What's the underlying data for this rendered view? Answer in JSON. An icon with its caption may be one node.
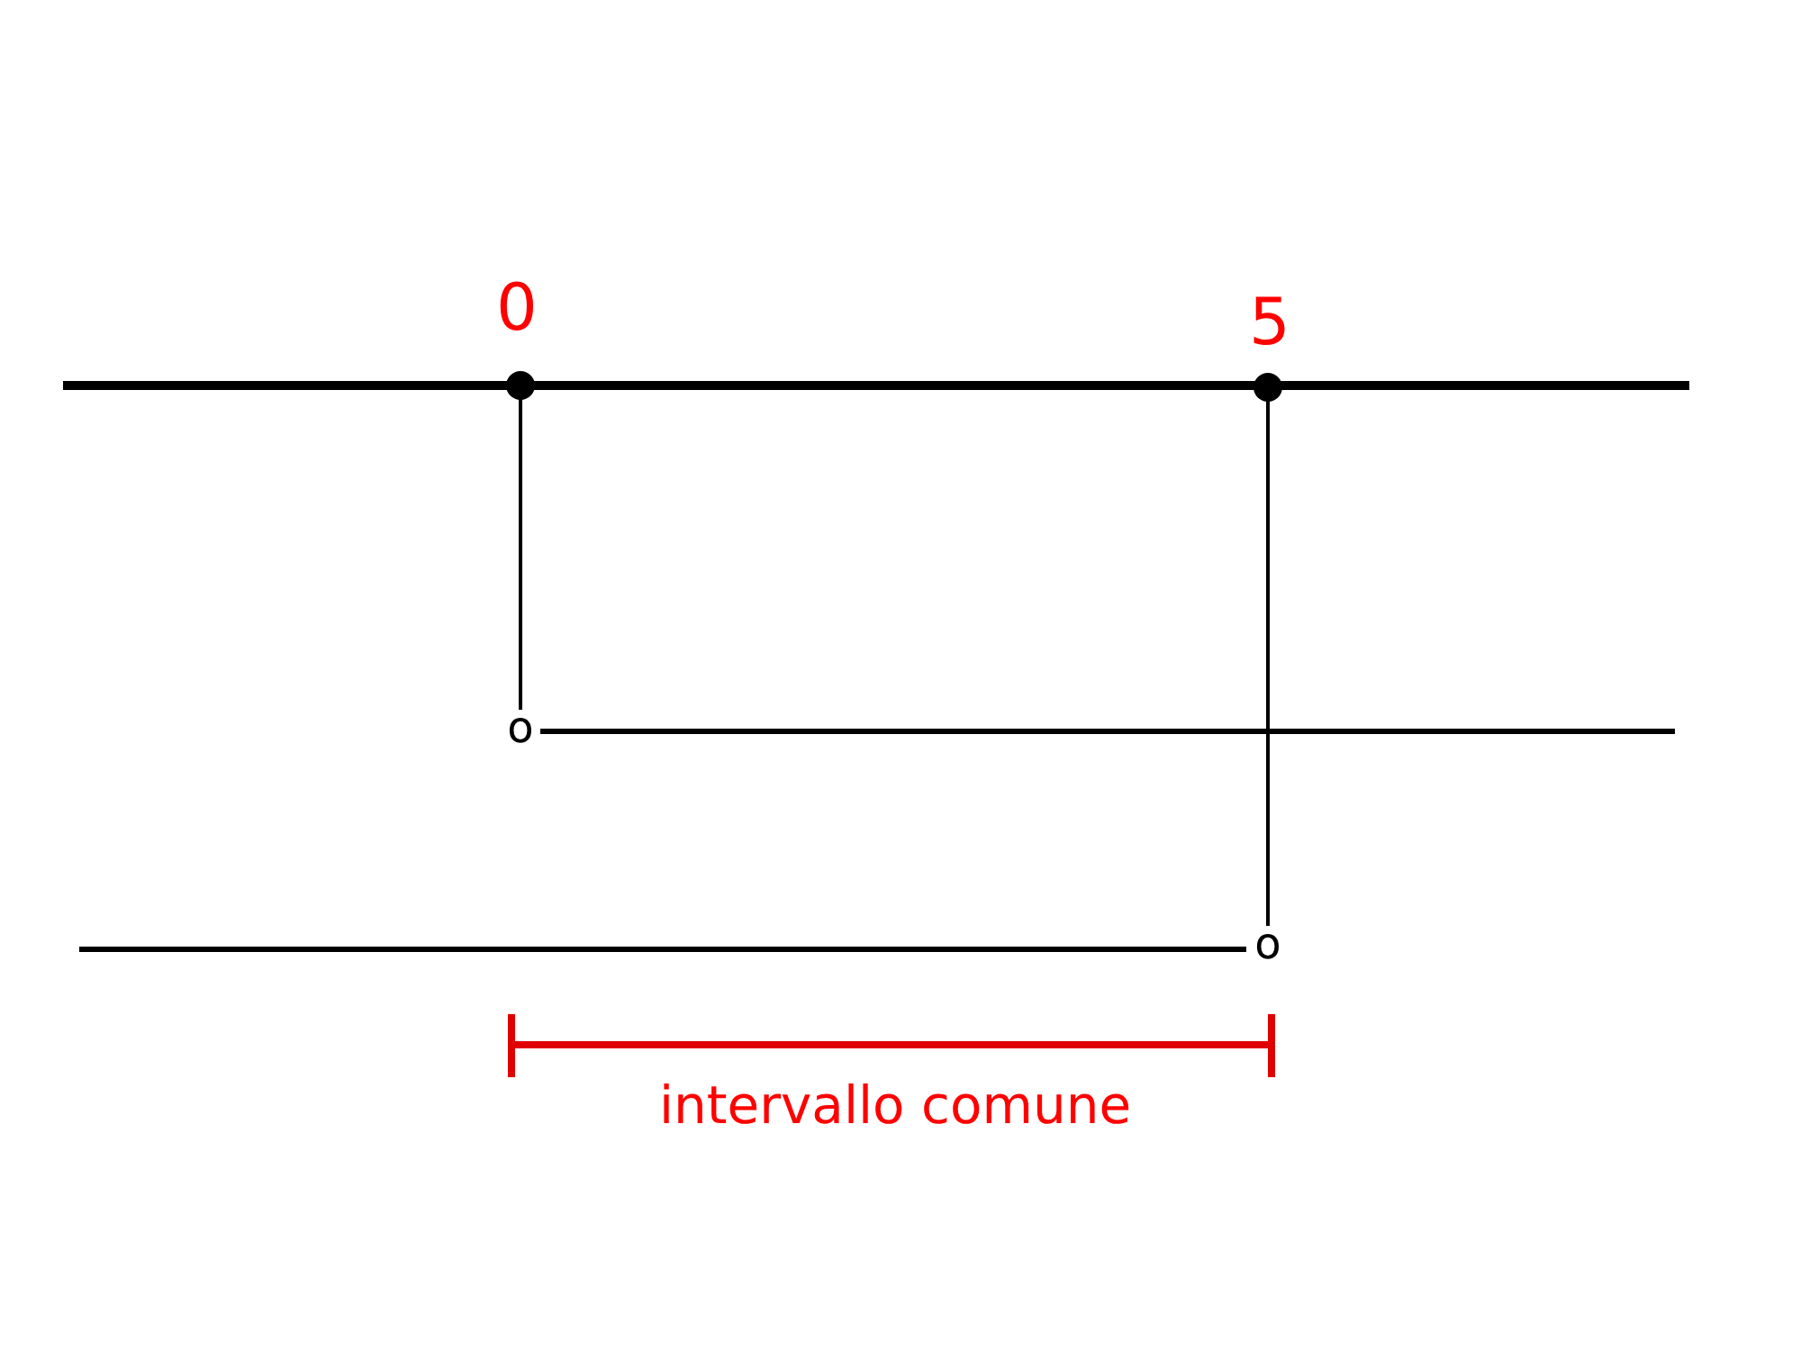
{
  "diagram": {
    "labels": [
      "0",
      "5",
      "o",
      "o",
      "intervallo comune"
    ]
  }
}
